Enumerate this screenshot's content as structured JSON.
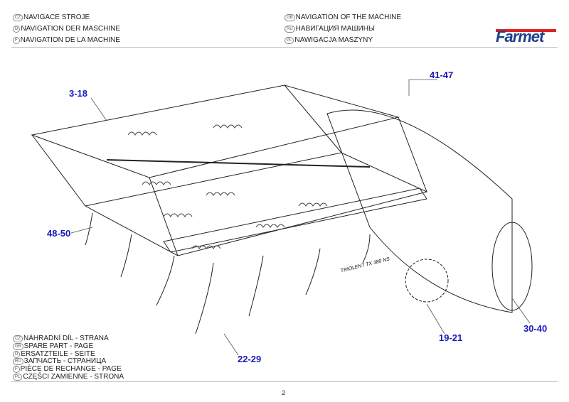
{
  "header": {
    "left": [
      {
        "code": "CZ",
        "text": "NAVIGACE STROJE"
      },
      {
        "code": "D",
        "text": "NAVIGATION DER MASCHINE"
      },
      {
        "code": "F",
        "text": "NAVIGATION DE LA MACHINE"
      }
    ],
    "right": [
      {
        "code": "GB",
        "text": "NAVIGATION OF THE MACHINE"
      },
      {
        "code": "RU",
        "text": "НАВИГАЦИЯ МАШИНЫ"
      },
      {
        "code": "PL",
        "text": "NAWIGACJA MASZYNY"
      }
    ],
    "logo": "Farmet"
  },
  "callouts": [
    "3-18",
    "41-47",
    "48-50",
    "30-40",
    "19-21",
    "22-29"
  ],
  "machine_labels": {
    "model": "TX 380 NS",
    "brand": "TRIOLENT"
  },
  "legend": [
    {
      "code": "CZ",
      "text": "NÁHRADNÍ DÍL - STRANA"
    },
    {
      "code": "GB",
      "text": "SPARE PART - PAGE"
    },
    {
      "code": "D",
      "text": "ERSATZTEILE - SEITE"
    },
    {
      "code": "RU",
      "text": "ЗАПЧАСТЬ - СТРАНИЦА"
    },
    {
      "code": "F",
      "text": "PIÈCE DE RECHANGE - PAGE"
    },
    {
      "code": "PL",
      "text": "CZĘŚCI ZAMIENNE - STRONA"
    }
  ],
  "page_number": "2",
  "colors": {
    "callout": "#1a1ab8",
    "logo_blue": "#1c3f8c",
    "logo_red": "#dd2222"
  }
}
